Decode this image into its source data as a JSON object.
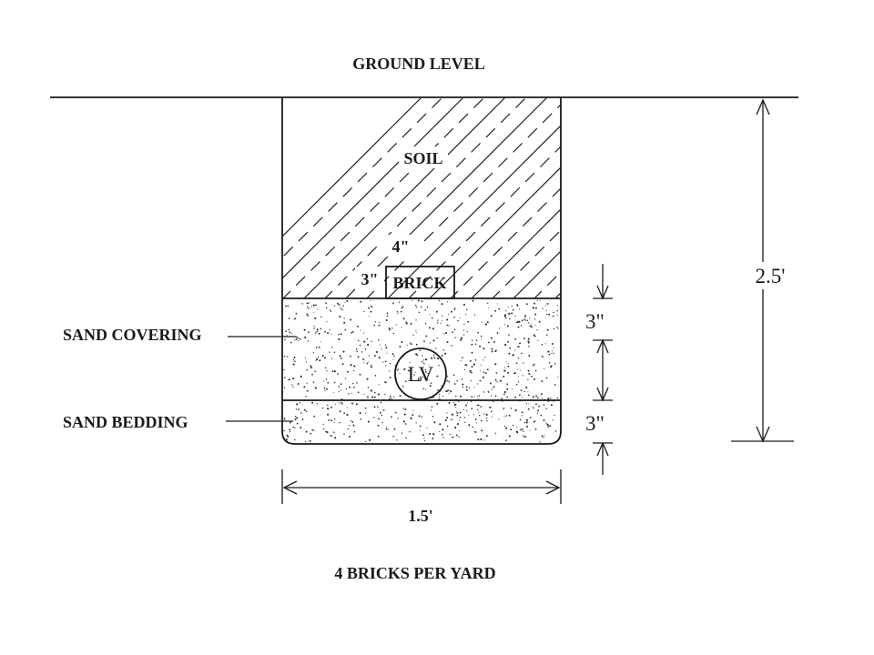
{
  "diagram": {
    "ground_label": "GROUND LEVEL",
    "soil_label": "SOIL",
    "brick_label": "BRICK",
    "brick_width_label": "4\"",
    "brick_height_label": "3\"",
    "sand_covering_label": "SAND COVERING",
    "sand_bedding_label": "SAND BEDDING",
    "cable_label": "LV",
    "covering_depth_label": "3\"",
    "bedding_depth_label": "3\"",
    "trench_depth_label": "2.5'",
    "trench_width_label": "1.5'",
    "footnote": "4 BRICKS PER YARD"
  }
}
